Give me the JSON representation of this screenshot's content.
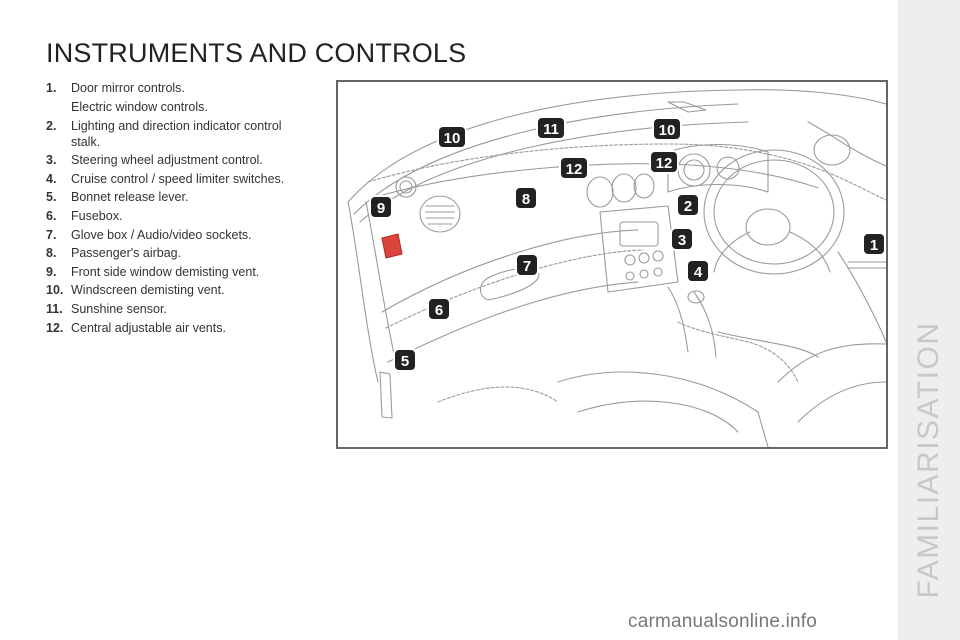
{
  "page": {
    "title": "INSTRUMENTS AND CONTROLS",
    "section_label": "FAMILIARISATION",
    "watermark": "carmanualsonline.info"
  },
  "items": [
    {
      "number": "1.",
      "text": "Door mirror controls.",
      "sub": "Electric window controls."
    },
    {
      "number": "2.",
      "text": "Lighting and direction indicator control stalk."
    },
    {
      "number": "3.",
      "text": "Steering wheel adjustment control."
    },
    {
      "number": "4.",
      "text": "Cruise control / speed limiter switches."
    },
    {
      "number": "5.",
      "text": "Bonnet release lever."
    },
    {
      "number": "6.",
      "text": "Fusebox."
    },
    {
      "number": "7.",
      "text": "Glove box / Audio/video sockets."
    },
    {
      "number": "8.",
      "text": "Passenger's airbag."
    },
    {
      "number": "9.",
      "text": "Front side window demisting vent."
    },
    {
      "number": "10.",
      "text": "Windscreen demisting vent."
    },
    {
      "number": "11.",
      "text": "Sunshine sensor."
    },
    {
      "number": "12.",
      "text": "Central adjustable air vents."
    }
  ],
  "figure": {
    "badges": [
      "10",
      "11",
      "10",
      "12",
      "12",
      "8",
      "9",
      "2",
      "3",
      "7",
      "4",
      "1",
      "6",
      "5"
    ]
  },
  "colors": {
    "badge_fill": "#222222",
    "badge_text": "#ffffff",
    "strip": "#eeeeee",
    "section_label": "#c8c8c8",
    "hazard_button": "#d9443c"
  }
}
